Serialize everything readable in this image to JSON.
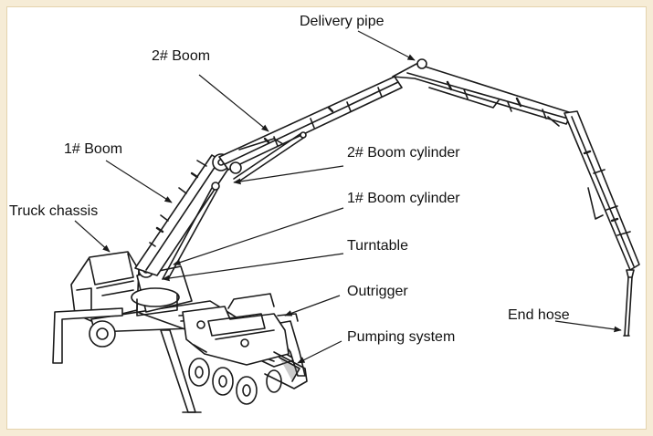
{
  "colors": {
    "border": "#f6ecd6",
    "panel": "#ffffff",
    "line": "#1a1a1a",
    "shade": "#6b6b6b"
  },
  "labels": {
    "delivery_pipe": "Delivery pipe",
    "boom_2": "2# Boom",
    "boom_1": "1# Boom",
    "truck_chassis": "Truck chassis",
    "boom_2_cylinder": "2# Boom cylinder",
    "boom_1_cylinder": "1# Boom cylinder",
    "turntable": "Turntable",
    "outrigger": "Outrigger",
    "pumping_system": "Pumping system",
    "end_hose": "End hose"
  }
}
